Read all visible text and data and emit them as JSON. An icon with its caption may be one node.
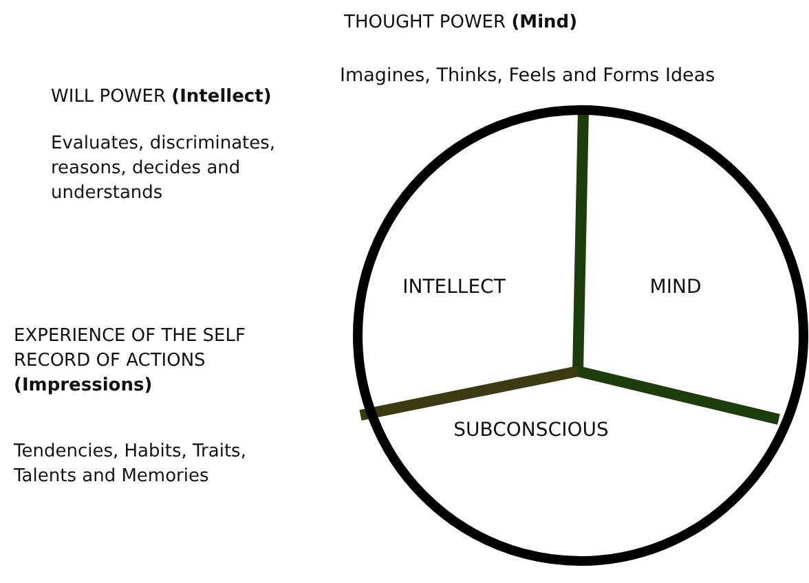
{
  "diagram": {
    "nodes": [
      {
        "text": [],
        "shape": "circle"
      },
      {
        "text": [
          "INTELLECT"
        ],
        "in": 0
      },
      {
        "text": [
          "MIND"
        ],
        "in": 0
      },
      {
        "text": [
          "SUBCONSCIOUS"
        ],
        "in": 0
      }
    ],
    "edges": [],
    "labels": [
      "THOUGHT POWER **(Mind)**",
      "Imagines, Thinks, Feels and Forms Ideas",
      "WILL POWER **(Intellect)**",
      "Evaluates, discriminates, reasons, decides and understands",
      "EXPERIENCE OF THE SELF RECORD OF ACTIONS **(Impressions)**",
      "Tendencies, Habits, Traits, Talents and Memories"
    ]
  }
}
